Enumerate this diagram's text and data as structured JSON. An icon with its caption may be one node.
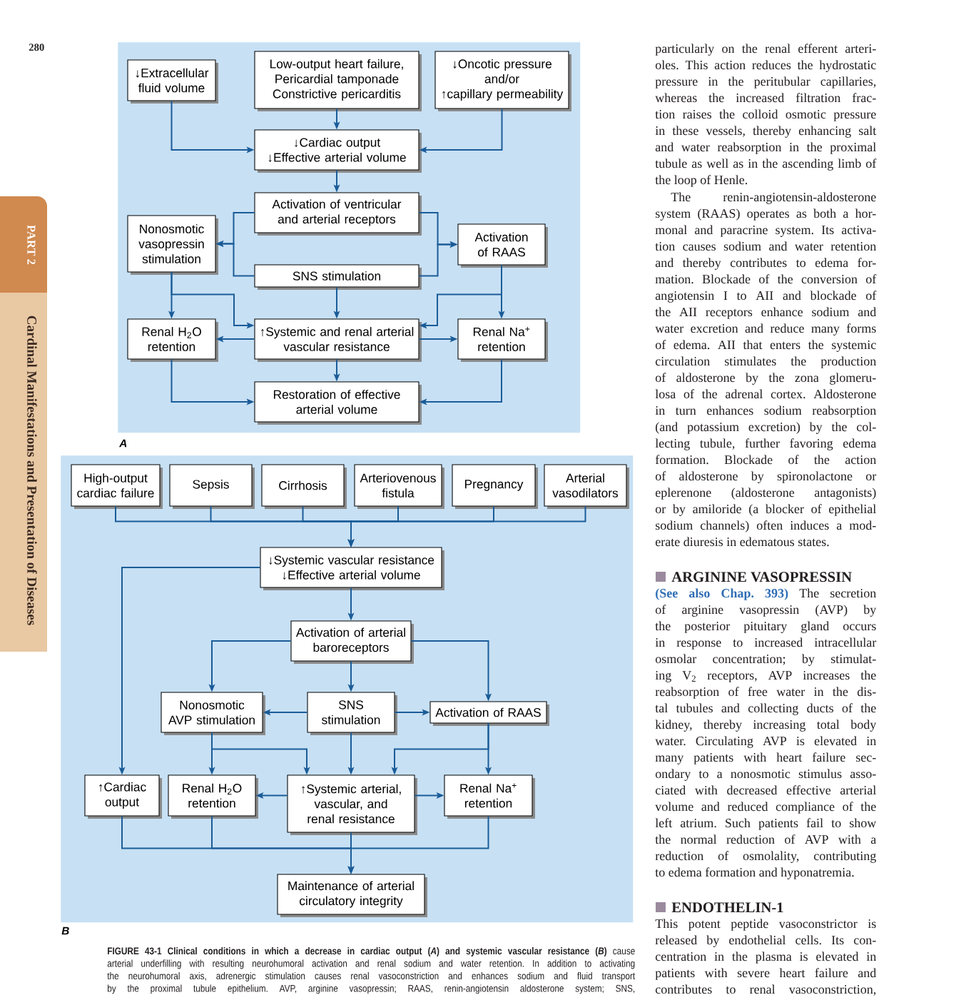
{
  "diagram": {
    "caption": "**FIGURE 43-1 Clinical conditions in which a decrease in cardiac output (*A*) and systemic vascular resistance (*B*)** cause arterial underfilling with resulting neurohumoral activation and renal sodium and water retention. In addition to activating the neurohumoral axis, adrenergic stimulation causes renal vasoconstriction and enhances sodium and fluid transport by the proximal tubule epithelium. AVP, arginine vasopressin; RAAS, renin-angiotensin aldosterone system; SNS,",
    "nodes": [
      {
        "text": [
          "A"
        ]
      },
      {
        "text": [
          "↓Extracellular fluid volume"
        ],
        "in": 0
      },
      {
        "text": [
          "Low-output heart failure, Pericardial tamponade Constrictive pericarditis"
        ],
        "in": 0
      },
      {
        "text": [
          "↓Oncotic pressure and/or ↑capillary permeability"
        ],
        "in": 0
      },
      {
        "text": [
          "↓Cardiac output ↓Effective arterial volume"
        ],
        "in": 0
      },
      {
        "text": [
          "Activation of ventricular and arterial receptors"
        ],
        "in": 0
      },
      {
        "text": [
          "Nonosmotic vasopressin stimulation"
        ],
        "in": 0
      },
      {
        "text": [
          "Activation of RAAS"
        ],
        "in": 0
      },
      {
        "text": [
          "SNS stimulation"
        ],
        "in": 0
      },
      {
        "text": [
          "Renal H$_{2}$O retention"
        ],
        "in": 0
      },
      {
        "text": [
          "↑Systemic and renal arterial vascular resistance"
        ],
        "in": 0
      },
      {
        "text": [
          "Renal Na$^{+}$ retention"
        ],
        "in": 0
      },
      {
        "text": [
          "Restoration of effective arterial volume"
        ],
        "in": 0
      },
      {
        "text": [
          "B"
        ]
      },
      {
        "text": [
          "High-output cardiac failure"
        ],
        "in": 13
      },
      {
        "text": [
          "Sepsis"
        ],
        "in": 13
      },
      {
        "text": [
          "Cirrhosis"
        ],
        "in": 13
      },
      {
        "text": [
          "Arteriovenous fistula"
        ],
        "in": 13
      },
      {
        "text": [
          "Pregnancy"
        ],
        "in": 13
      },
      {
        "text": [
          "Arterial vasodilators"
        ],
        "in": 13
      },
      {
        "text": [
          "↓Systemic vascular resistance ↓Effective arterial volume"
        ],
        "in": 13
      },
      {
        "text": [
          "Activation of arterial baroreceptors"
        ],
        "in": 13
      },
      {
        "text": [
          "Nonosmotic AVP stimulation"
        ],
        "in": 13
      },
      {
        "text": [
          "SNS stimulation"
        ],
        "in": 13
      },
      {
        "text": [
          "Activation of RAAS"
        ],
        "in": 13
      },
      {
        "text": [
          "↑Cardiac output"
        ],
        "in": 13
      },
      {
        "text": [
          "Renal H$_{2}$O retention"
        ],
        "in": 13
      },
      {
        "text": [
          "↑Systemic arterial, vascular, and renal resistance"
        ],
        "in": 13
      },
      {
        "text": [
          "Renal Na$^{+}$ retention"
        ],
        "in": 13
      },
      {
        "text": [
          "Maintenance of arterial circulatory integrity"
        ],
        "in": 13
      }
    ],
    "edges": [
      {
        "from": 1,
        "to": 4,
        "arrow": "to"
      },
      {
        "from": 2,
        "to": 4,
        "arrow": "to"
      },
      {
        "from": 3,
        "to": 4,
        "arrow": "to"
      },
      {
        "from": 4,
        "to": 5,
        "arrow": "to"
      },
      {
        "from": 5,
        "to": 6,
        "arrow": "to"
      },
      {
        "from": 8,
        "to": 6,
        "arrow": "to"
      },
      {
        "from": 5,
        "to": 7,
        "arrow": "to"
      },
      {
        "from": 8,
        "to": 7,
        "arrow": "to"
      },
      {
        "from": 8,
        "to": 10,
        "arrow": "to"
      },
      {
        "from": 6,
        "to": 9,
        "arrow": "to"
      },
      {
        "from": 6,
        "to": 10,
        "arrow": "to"
      },
      {
        "from": 7,
        "to": 11,
        "arrow": "to"
      },
      {
        "from": 7,
        "to": 10,
        "arrow": "to"
      },
      {
        "from": 10,
        "to": 9,
        "arrow": "to"
      },
      {
        "from": 10,
        "to": 11,
        "arrow": "to"
      },
      {
        "from": 10,
        "to": 12,
        "arrow": "to"
      },
      {
        "from": 9,
        "to": 12,
        "arrow": "to"
      },
      {
        "from": 11,
        "to": 12,
        "arrow": "to"
      },
      {
        "from": 14,
        "to": 20,
        "arrow": "to"
      },
      {
        "from": 15,
        "to": 20,
        "arrow": "to"
      },
      {
        "from": 16,
        "to": 20,
        "arrow": "to"
      },
      {
        "from": 17,
        "to": 20,
        "arrow": "to"
      },
      {
        "from": 18,
        "to": 20,
        "arrow": "to"
      },
      {
        "from": 19,
        "to": 20,
        "arrow": "to"
      },
      {
        "from": 20,
        "to": 25,
        "arrow": "to"
      },
      {
        "from": 20,
        "to": 21,
        "arrow": "to"
      },
      {
        "from": 21,
        "to": 22,
        "arrow": "to"
      },
      {
        "from": 21,
        "to": 23,
        "arrow": "to"
      },
      {
        "from": 21,
        "to": 24,
        "arrow": "to"
      },
      {
        "from": 23,
        "to": 22,
        "arrow": "to"
      },
      {
        "from": 23,
        "to": 24,
        "arrow": "to"
      },
      {
        "from": 23,
        "to": 27,
        "arrow": "to"
      },
      {
        "from": 22,
        "to": 26,
        "arrow": "to"
      },
      {
        "from": 22,
        "to": 27,
        "arrow": "to"
      },
      {
        "from": 24,
        "to": 28,
        "arrow": "to"
      },
      {
        "from": 24,
        "to": 27,
        "arrow": "to"
      },
      {
        "from": 27,
        "to": 26,
        "arrow": "to"
      },
      {
        "from": 27,
        "to": 28,
        "arrow": "to"
      },
      {
        "from": 25,
        "to": 29,
        "arrow": "to"
      },
      {
        "from": 26,
        "to": 29,
        "arrow": "to"
      },
      {
        "from": 27,
        "to": 29,
        "arrow": "to"
      },
      {
        "from": 28,
        "to": 29,
        "arrow": "to"
      }
    ],
    "labels": [
      "280",
      "PART 2",
      "Cardinal Manifestations and Presentation of Diseases",
      "particularly on the renal efferent arteri-oles. This action reduces the hydrostatic pressure in the peritubular capillaries, whereas the increased filtration frac-tion raises the colloid osmotic pressure in these vessels, thereby enhancing salt and water reabsorption in the proximal tubule as well as in the ascending limb of the loop of Henle.",
      "The renin-angiotensin-aldosterone system (RAAS) operates as both a hor-monal and paracrine system. Its activa-tion causes sodium and water retention and thereby contributes to edema for-mation. Blockade of the conversion of angiotensin I to AII and blockade of the AII receptors enhance sodium and water excretion and reduce many forms of edema. AII that enters the systemic circulation stimulates the production of aldosterone by the zona glomeru-losa of the adrenal cortex. Aldosterone in turn enhances sodium reabsorption (and potassium excretion) by the col-lecting tubule, further favoring edema formation. Blockade of the action of aldosterone by spironolactone or eplerenone (aldosterone antagonists) or by amiloride (a blocker of epithelial sodium channels) often induces a mod-erate diuresis in edematous states.",
      "ARGININE VASOPRESSIN",
      "**(See also Chap. 393)** The secretion of arginine vasopressin (AVP) by the posterior pituitary gland occurs in response to increased intracellular osmolar concentration; by stimulat-ing V$_{2}$ receptors, AVP increases the reabsorption of free water in the dis-tal tubules and collecting ducts of the kidney, thereby increasing total body water. Circulating AVP is elevated in many patients with heart failure sec-ondary to a nonosmotic stimulus asso-ciated with decreased effective arterial volume and reduced compliance of the left atrium. Such patients fail to show the normal reduction of AVP with a reduction of osmolality, contributing to edema formation and hyponatremia.",
      "ENDOTHELIN-1",
      "This potent peptide vasoconstrictor is released by endothelial cells. Its con-centration in the plasma is elevated in patients with severe heart failure and contributes to renal vasoconstriction,"
    ]
  }
}
